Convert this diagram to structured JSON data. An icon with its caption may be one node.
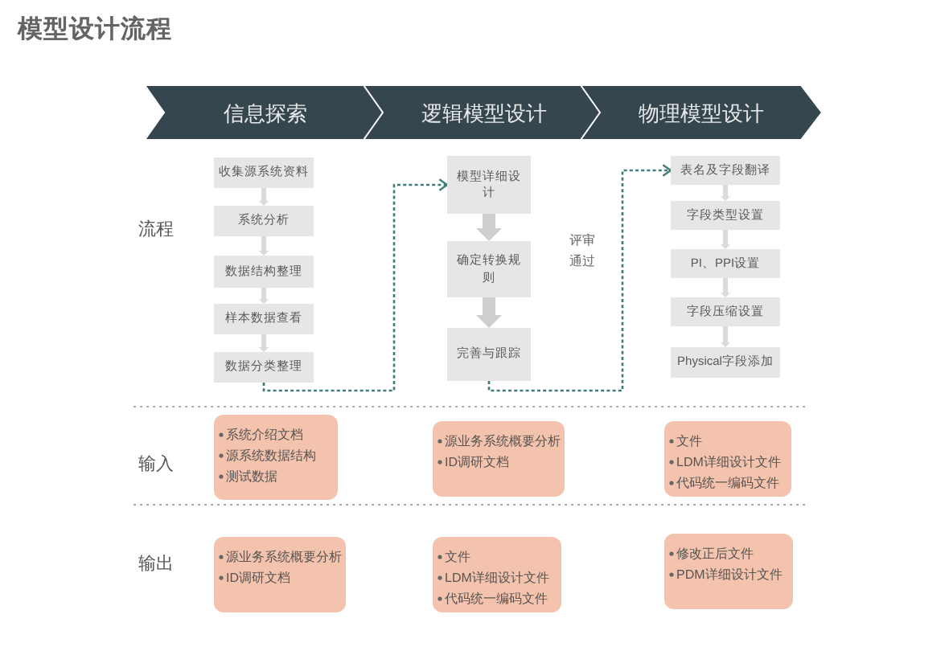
{
  "diagram": {
    "title": "模型设计流程",
    "nodes": [
      {
        "text": [
          "信息探索"
        ]
      },
      {
        "text": [
          "逻辑模型设计"
        ]
      },
      {
        "text": [
          "物理模型设计"
        ]
      },
      {
        "text": [
          "收集源系统资料"
        ]
      },
      {
        "text": [
          "系统分析"
        ]
      },
      {
        "text": [
          "数据结构整理"
        ]
      },
      {
        "text": [
          "样本数据查看"
        ]
      },
      {
        "text": [
          "数据分类整理"
        ]
      },
      {
        "text": [
          "模型详细设计"
        ]
      },
      {
        "text": [
          "确定转换规则"
        ]
      },
      {
        "text": [
          "完善与跟踪"
        ]
      },
      {
        "text": [
          "表名及字段翻译"
        ]
      },
      {
        "text": [
          "字段类型设置"
        ]
      },
      {
        "text": [
          "PI、PPI设置"
        ]
      },
      {
        "text": [
          "字段压缩设置"
        ]
      },
      {
        "text": [
          "Physical字段添加"
        ]
      },
      {
        "text": [
          "系统介绍文档",
          "源系统数据结构",
          "测试数据"
        ]
      },
      {
        "text": [
          "源业务系统概要分析",
          "ID调研文档"
        ]
      },
      {
        "text": [
          "文件",
          "LDM详细设计文件",
          "代码统一编码文件"
        ]
      },
      {
        "text": [
          "源业务系统概要分析",
          "ID调研文档"
        ]
      },
      {
        "text": [
          "文件",
          "LDM详细设计文件",
          "代码统一编码文件"
        ]
      },
      {
        "text": [
          "修改正后文件",
          "PDM详细设计文件"
        ]
      }
    ],
    "edges": [
      {
        "from": 3,
        "to": 4,
        "arrow": "to"
      },
      {
        "from": 4,
        "to": 5,
        "arrow": "to"
      },
      {
        "from": 5,
        "to": 6,
        "arrow": "to"
      },
      {
        "from": 6,
        "to": 7,
        "arrow": "to"
      },
      {
        "from": 7,
        "to": 8,
        "arrow": "to",
        "style": "dashed",
        "color": "#3e7c7a"
      },
      {
        "from": 8,
        "to": 9,
        "arrow": "to",
        "style": "thick"
      },
      {
        "from": 9,
        "to": 10,
        "arrow": "to",
        "style": "thick"
      },
      {
        "from": 10,
        "to": 11,
        "arrow": "to",
        "style": "dashed",
        "color": "#3e7c7a",
        "label": "评审通过"
      },
      {
        "from": 11,
        "to": 12,
        "arrow": "to"
      },
      {
        "from": 12,
        "to": 13,
        "arrow": "to"
      },
      {
        "from": 13,
        "to": 14,
        "arrow": "to"
      },
      {
        "from": 14,
        "to": 15,
        "arrow": "to"
      }
    ],
    "labels": [
      "流程",
      "输入",
      "输出"
    ]
  }
}
